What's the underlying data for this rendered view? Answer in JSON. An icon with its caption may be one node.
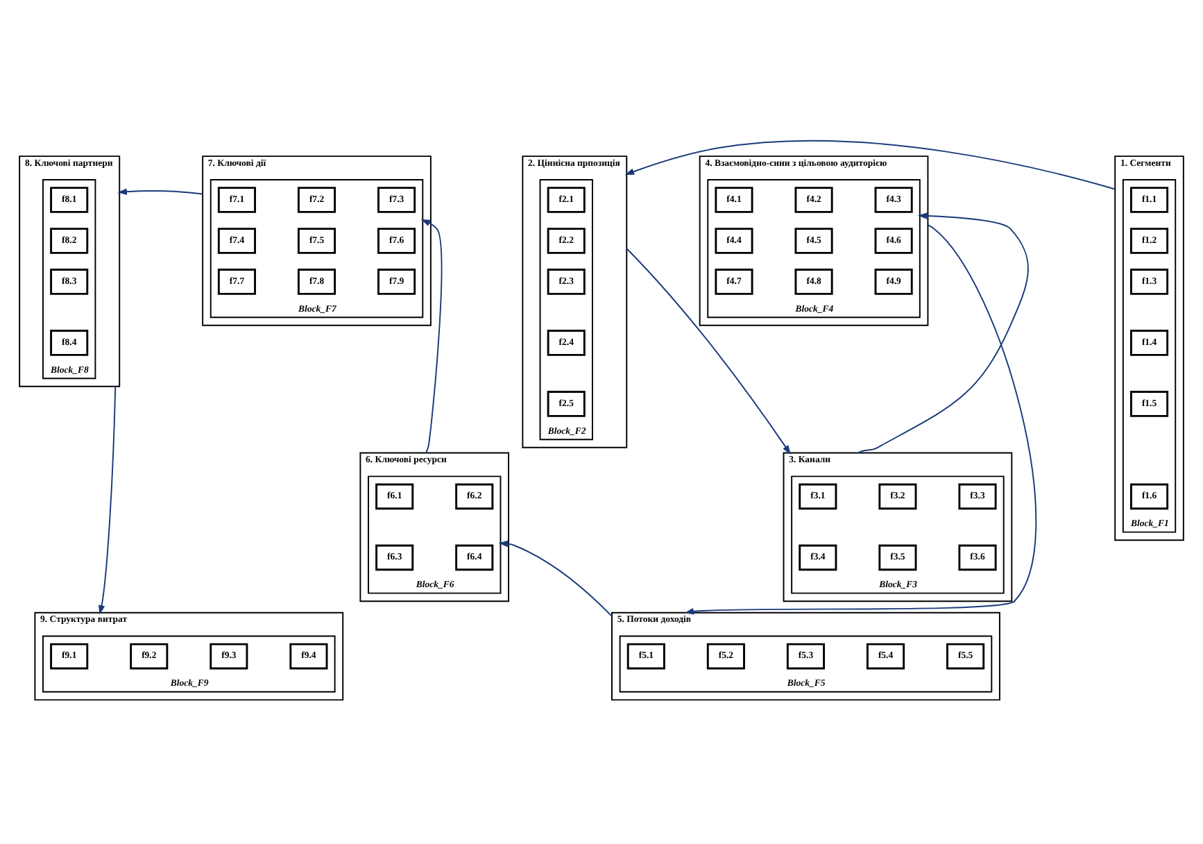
{
  "diagram": {
    "nodes": [
      {
        "text": [
          "8. Ключові партнери"
        ]
      },
      {
        "text": [
          "Block_F8"
        ],
        "in": 0
      },
      {
        "text": [
          "f8.1"
        ],
        "in": 1
      },
      {
        "text": [
          "f8.2"
        ],
        "in": 1
      },
      {
        "text": [
          "f8.3"
        ],
        "in": 1
      },
      {
        "text": [
          "f8.4"
        ],
        "in": 1
      },
      {
        "text": [
          "7. Ключові дії"
        ]
      },
      {
        "text": [
          "Block_F7"
        ],
        "in": 6
      },
      {
        "text": [
          "f7.1"
        ],
        "in": 7
      },
      {
        "text": [
          "f7.2"
        ],
        "in": 7
      },
      {
        "text": [
          "f7.3"
        ],
        "in": 7
      },
      {
        "text": [
          "f7.4"
        ],
        "in": 7
      },
      {
        "text": [
          "f7.5"
        ],
        "in": 7
      },
      {
        "text": [
          "f7.6"
        ],
        "in": 7
      },
      {
        "text": [
          "f7.7"
        ],
        "in": 7
      },
      {
        "text": [
          "f7.8"
        ],
        "in": 7
      },
      {
        "text": [
          "f7.9"
        ],
        "in": 7
      },
      {
        "text": [
          "2. Ціннісна прпозиція"
        ]
      },
      {
        "text": [
          "Block_F2"
        ],
        "in": 17
      },
      {
        "text": [
          "f2.1"
        ],
        "in": 18
      },
      {
        "text": [
          "f2.2"
        ],
        "in": 18
      },
      {
        "text": [
          "f2.3"
        ],
        "in": 18
      },
      {
        "text": [
          "f2.4"
        ],
        "in": 18
      },
      {
        "text": [
          "f2.5"
        ],
        "in": 18
      },
      {
        "text": [
          "4. Взаємовідно-сини з цільовою аудиторією"
        ]
      },
      {
        "text": [
          "Block_F4"
        ],
        "in": 24
      },
      {
        "text": [
          "f4.1"
        ],
        "in": 25
      },
      {
        "text": [
          "f4.2"
        ],
        "in": 25
      },
      {
        "text": [
          "f4.3"
        ],
        "in": 25
      },
      {
        "text": [
          "f4.4"
        ],
        "in": 25
      },
      {
        "text": [
          "f4.5"
        ],
        "in": 25
      },
      {
        "text": [
          "f4.6"
        ],
        "in": 25
      },
      {
        "text": [
          "f4.7"
        ],
        "in": 25
      },
      {
        "text": [
          "f4.8"
        ],
        "in": 25
      },
      {
        "text": [
          "f4.9"
        ],
        "in": 25
      },
      {
        "text": [
          "1. Сегменти"
        ]
      },
      {
        "text": [
          "Block_F1"
        ],
        "in": 35
      },
      {
        "text": [
          "f1.1"
        ],
        "in": 36
      },
      {
        "text": [
          "f1.2"
        ],
        "in": 36
      },
      {
        "text": [
          "f1.3"
        ],
        "in": 36
      },
      {
        "text": [
          "f1.4"
        ],
        "in": 36
      },
      {
        "text": [
          "f1.5"
        ],
        "in": 36
      },
      {
        "text": [
          "f1.6"
        ],
        "in": 36
      },
      {
        "text": [
          "6. Ключові ресурси"
        ]
      },
      {
        "text": [
          "Block_F6"
        ],
        "in": 43
      },
      {
        "text": [
          "f6.1"
        ],
        "in": 44
      },
      {
        "text": [
          "f6.2"
        ],
        "in": 44
      },
      {
        "text": [
          "f6.3"
        ],
        "in": 44
      },
      {
        "text": [
          "f6.4"
        ],
        "in": 44
      },
      {
        "text": [
          "3. Канали"
        ]
      },
      {
        "text": [
          "Block_F3"
        ],
        "in": 49
      },
      {
        "text": [
          "f3.1"
        ],
        "in": 50
      },
      {
        "text": [
          "f3.2"
        ],
        "in": 50
      },
      {
        "text": [
          "f3.3"
        ],
        "in": 50
      },
      {
        "text": [
          "f3.4"
        ],
        "in": 50
      },
      {
        "text": [
          "f3.5"
        ],
        "in": 50
      },
      {
        "text": [
          "f3.6"
        ],
        "in": 50
      },
      {
        "text": [
          "9. Структура витрат"
        ]
      },
      {
        "text": [
          "Block_F9"
        ],
        "in": 57
      },
      {
        "text": [
          "f9.1"
        ],
        "in": 58
      },
      {
        "text": [
          "f9.2"
        ],
        "in": 58
      },
      {
        "text": [
          "f9.3"
        ],
        "in": 58
      },
      {
        "text": [
          "f9.4"
        ],
        "in": 58
      },
      {
        "text": [
          "5. Потоки доходів"
        ]
      },
      {
        "text": [
          "Block_F5"
        ],
        "in": 63
      },
      {
        "text": [
          "f5.1"
        ],
        "in": 64
      },
      {
        "text": [
          "f5.2"
        ],
        "in": 64
      },
      {
        "text": [
          "f5.3"
        ],
        "in": 64
      },
      {
        "text": [
          "f5.4"
        ],
        "in": 64
      },
      {
        "text": [
          "f5.5"
        ],
        "in": 64
      }
    ],
    "edges": [
      {
        "from": 35,
        "to": 17,
        "arrow": "to"
      },
      {
        "from": 6,
        "to": 0,
        "arrow": "to"
      },
      {
        "from": 17,
        "to": 49,
        "arrow": "to"
      },
      {
        "from": 49,
        "to": 25,
        "arrow": "to"
      },
      {
        "from": 24,
        "to": 63,
        "arrow": "to"
      },
      {
        "from": 63,
        "to": 44,
        "arrow": "to"
      },
      {
        "from": 43,
        "to": 7,
        "arrow": "to"
      },
      {
        "from": 0,
        "to": 57,
        "arrow": "to"
      }
    ]
  }
}
